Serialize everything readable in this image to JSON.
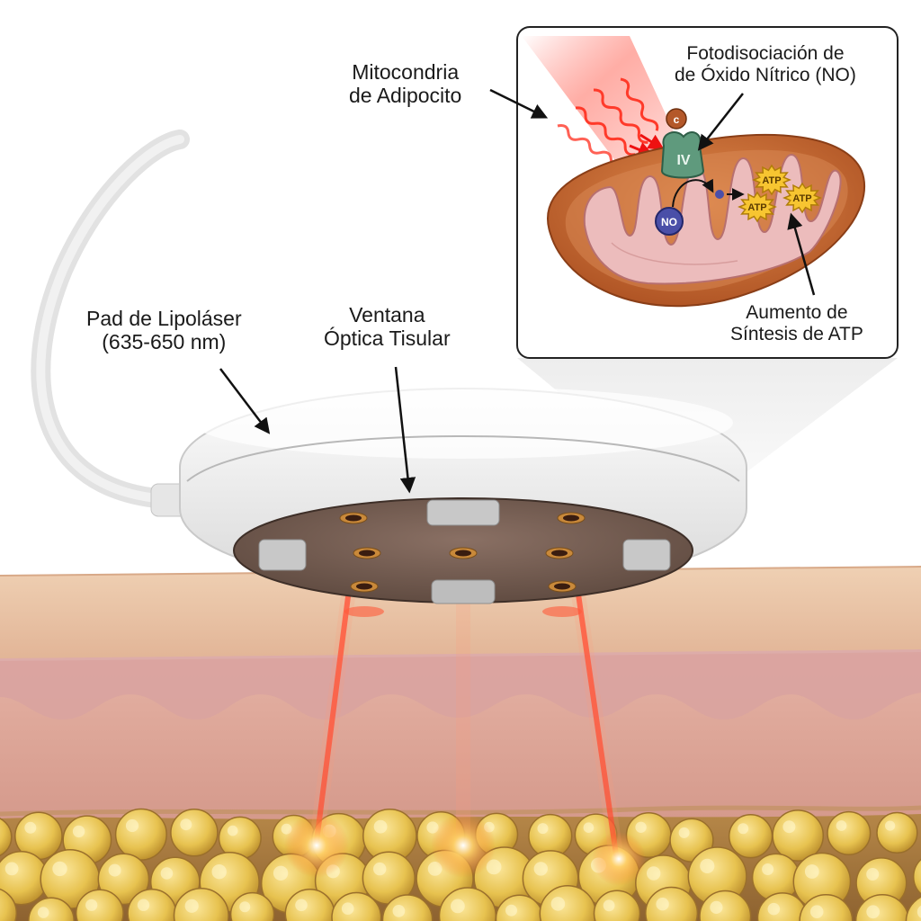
{
  "labels": {
    "pad": {
      "line1": "Pad de Lipoláser",
      "line2": "(635-650 nm)"
    },
    "window": {
      "line1": "Ventana",
      "line2": "Óptica Tisular"
    },
    "mito": {
      "line1": "Mitocondria",
      "line2": "de Adipocito"
    },
    "no_photo": {
      "line1": "Fotodisociación de",
      "line2": "de Óxido Nítrico (NO)"
    },
    "atp_increase": {
      "line1": "Aumento de",
      "line2": "Síntesis de ATP"
    }
  },
  "molecules": {
    "cyt_c": "c",
    "complex": "IV",
    "no": "NO",
    "atp": [
      "ATP",
      "ATP",
      "ATP"
    ]
  },
  "colors": {
    "laser": "#ff2a1a",
    "skin_top": "#e9c3a3",
    "dermis": "#d9a093",
    "fat": "#e7c24f",
    "mito_outer": "#c8642e",
    "mito_cristae": "#e9b3b3",
    "device": "#f2f2f2"
  }
}
